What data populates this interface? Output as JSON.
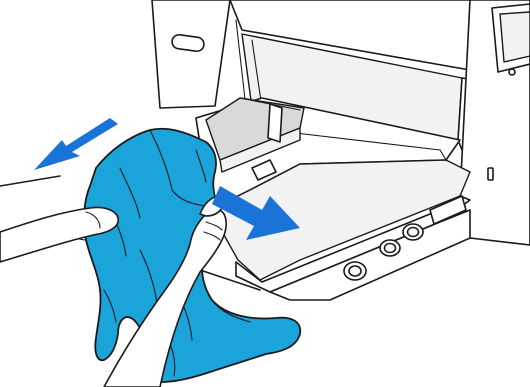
{
  "figure": {
    "kind": "instruction-illustration",
    "subject": "printer-platen-removing-t-shirt",
    "colors": {
      "shirt": "#1ba4da",
      "arrow": "#1a73d6",
      "outline": "#1a1a1a",
      "printer_body": "#ffffff",
      "platen_shade": "#d9d9d9"
    },
    "arrows": [
      {
        "name": "arrow-left",
        "direction": "left"
      },
      {
        "name": "arrow-right",
        "direction": "right-down"
      }
    ]
  }
}
